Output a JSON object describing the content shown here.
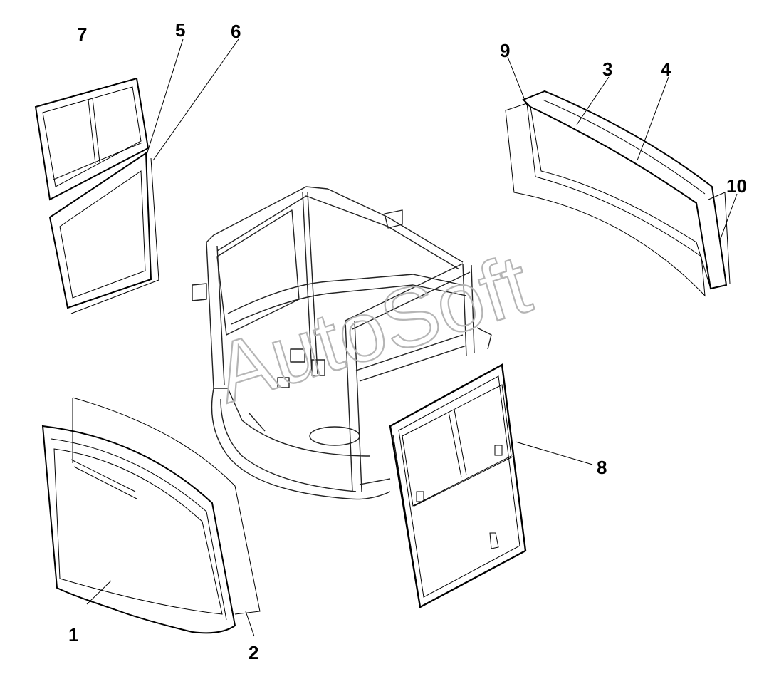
{
  "watermark": "AutoSoft",
  "callouts": [
    "1",
    "2",
    "3",
    "4",
    "5",
    "6",
    "7",
    "8",
    "9",
    "10"
  ],
  "colors": {
    "line": "#000000",
    "watermark": "#b5b5b5",
    "background": "#ffffff"
  }
}
